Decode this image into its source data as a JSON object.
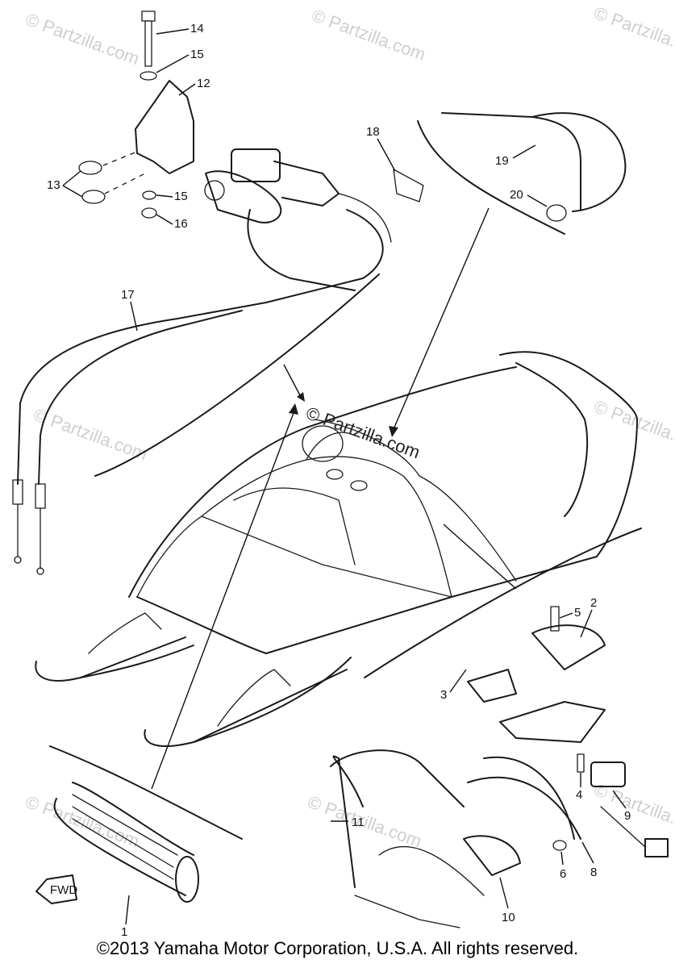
{
  "watermark": {
    "text": "© Partzilla.com",
    "center_text": "© Partzilla.com"
  },
  "callouts": {
    "c1": "1",
    "c2": "2",
    "c3": "3",
    "c4": "4",
    "c5": "5",
    "c6": "6",
    "c8": "8",
    "c9": "9",
    "c10": "10",
    "c11": "11",
    "c12": "12",
    "c13": "13",
    "c14": "14",
    "c15a": "15",
    "c15b": "15",
    "c16": "16",
    "c17": "17",
    "c18": "18",
    "c19": "19",
    "c20": "20",
    "fwd": "FWD"
  },
  "footer": {
    "copyright": "©2013 Yamaha Motor Corporation, U.S.A. All rights reserved."
  }
}
